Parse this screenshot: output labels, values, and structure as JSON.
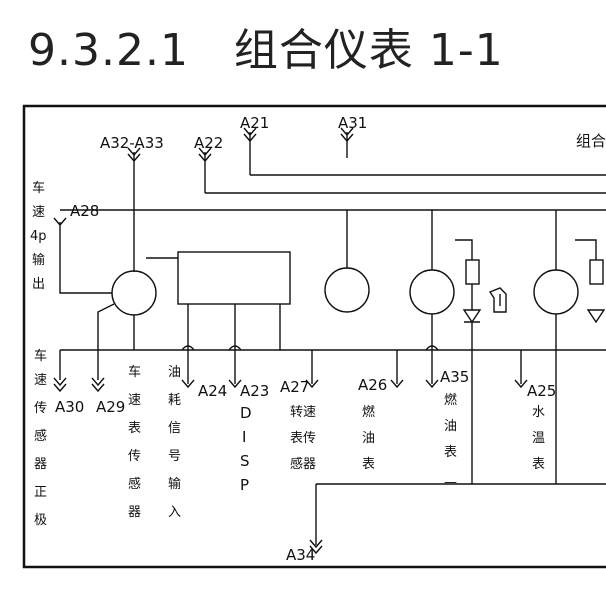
{
  "title": "9.3.2.1　组合仪表 1-1",
  "connectors": {
    "a32_a33": "A32-A33",
    "a22": "A22",
    "a21": "A21",
    "a31": "A31",
    "a28": "A28",
    "a30": "A30",
    "a29": "A29",
    "a24": "A24",
    "a23": "A23",
    "a27": "A27",
    "a26": "A26",
    "a35": "A35",
    "a25": "A25",
    "a34": "A34"
  },
  "labels": {
    "combo_partial": "组合",
    "speed_output": [
      "车",
      "速",
      "4p",
      "输",
      "出"
    ],
    "speed_sensor_pos": [
      "车",
      "速",
      "传",
      "感",
      "器",
      "正",
      "极"
    ],
    "speedometer_sensor": [
      "车",
      "速",
      "表",
      "传",
      "感",
      "器"
    ],
    "fuel_signal_input": [
      "油",
      "耗",
      "信",
      "号",
      "输",
      "入"
    ],
    "disp": [
      "D",
      "I",
      "S",
      "P"
    ],
    "tacho_sensor": [
      "转速",
      "表传",
      "感器"
    ],
    "fuel_gauge": [
      "燃",
      "油",
      "表"
    ],
    "fuel_gauge_neg": [
      "燃",
      "油",
      "表",
      "—"
    ],
    "water_temp_gauge": [
      "水",
      "温",
      "表"
    ]
  }
}
